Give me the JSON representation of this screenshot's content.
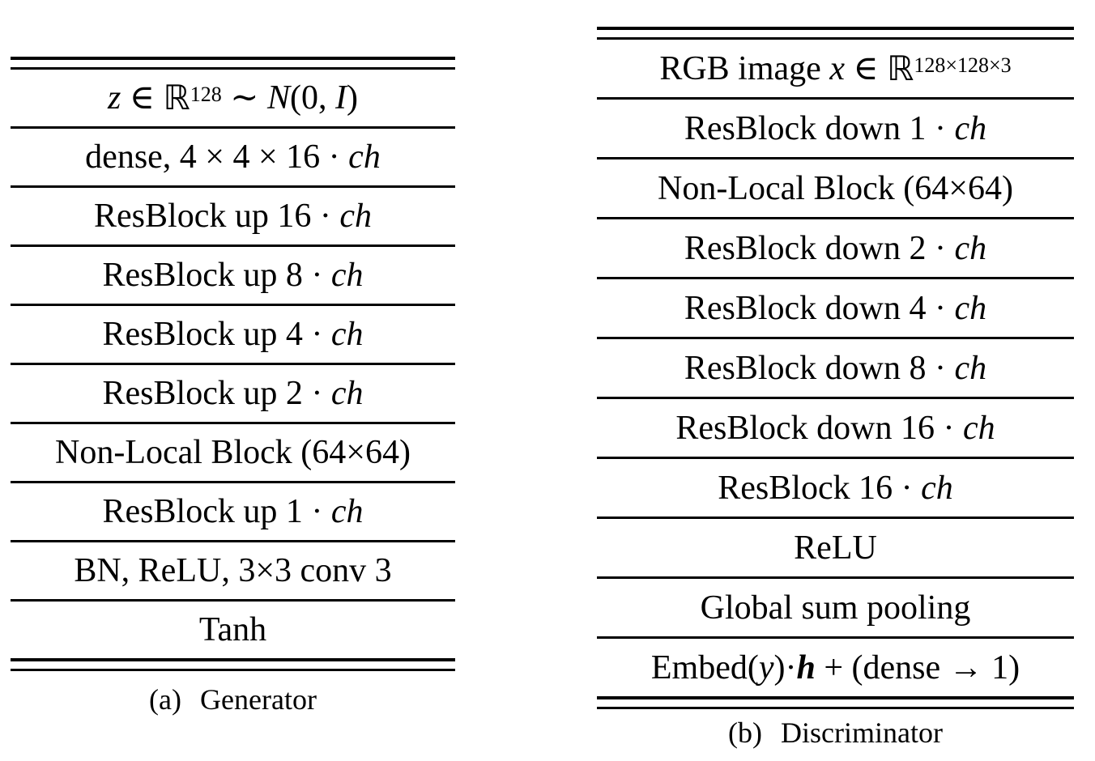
{
  "page": {
    "background": "#ffffff",
    "text_color": "#000000",
    "rule_color": "#000000"
  },
  "tables": [
    {
      "name": "generator",
      "caption_tag": "(a)",
      "caption_text": "Generator",
      "rows": [
        {
          "segments": [
            {
              "t": "z",
              "s": "i"
            },
            {
              "t": " ∈ ",
              "s": "r"
            },
            {
              "t": "ℝ",
              "s": "bb"
            },
            {
              "t": "128",
              "s": "sup"
            },
            {
              "t": " ∼ ",
              "s": "r"
            },
            {
              "t": "N",
              "s": "cal"
            },
            {
              "t": "(0, ",
              "s": "r"
            },
            {
              "t": "I",
              "s": "i"
            },
            {
              "t": ")",
              "s": "r"
            }
          ]
        },
        {
          "segments": [
            {
              "t": "dense, 4 × 4 × 16 · ",
              "s": "r"
            },
            {
              "t": "ch",
              "s": "i"
            }
          ]
        },
        {
          "segments": [
            {
              "t": "ResBlock up 16 · ",
              "s": "r"
            },
            {
              "t": "ch",
              "s": "i"
            }
          ]
        },
        {
          "segments": [
            {
              "t": "ResBlock up 8 · ",
              "s": "r"
            },
            {
              "t": "ch",
              "s": "i"
            }
          ]
        },
        {
          "segments": [
            {
              "t": "ResBlock up 4 · ",
              "s": "r"
            },
            {
              "t": "ch",
              "s": "i"
            }
          ]
        },
        {
          "segments": [
            {
              "t": "ResBlock up 2 · ",
              "s": "r"
            },
            {
              "t": "ch",
              "s": "i"
            }
          ]
        },
        {
          "segments": [
            {
              "t": "Non-Local Block (64×64)",
              "s": "r"
            }
          ]
        },
        {
          "segments": [
            {
              "t": "ResBlock up 1 · ",
              "s": "r"
            },
            {
              "t": "ch",
              "s": "i"
            }
          ]
        },
        {
          "segments": [
            {
              "t": "BN, ReLU, 3×3 conv 3",
              "s": "r"
            }
          ]
        },
        {
          "segments": [
            {
              "t": "Tanh",
              "s": "r"
            }
          ]
        }
      ]
    },
    {
      "name": "discriminator",
      "caption_tag": "(b)",
      "caption_text": "Discriminator",
      "rows": [
        {
          "segments": [
            {
              "t": "RGB image ",
              "s": "r"
            },
            {
              "t": "x",
              "s": "i"
            },
            {
              "t": " ∈ ",
              "s": "r"
            },
            {
              "t": "ℝ",
              "s": "bb"
            },
            {
              "t": "128×128×3",
              "s": "sup"
            }
          ]
        },
        {
          "segments": [
            {
              "t": "ResBlock down 1 · ",
              "s": "r"
            },
            {
              "t": "ch",
              "s": "i"
            }
          ]
        },
        {
          "segments": [
            {
              "t": "Non-Local Block (64×64)",
              "s": "r"
            }
          ]
        },
        {
          "segments": [
            {
              "t": "ResBlock down 2 · ",
              "s": "r"
            },
            {
              "t": "ch",
              "s": "i"
            }
          ]
        },
        {
          "segments": [
            {
              "t": "ResBlock down 4 · ",
              "s": "r"
            },
            {
              "t": "ch",
              "s": "i"
            }
          ]
        },
        {
          "segments": [
            {
              "t": "ResBlock down 8 · ",
              "s": "r"
            },
            {
              "t": "ch",
              "s": "i"
            }
          ]
        },
        {
          "segments": [
            {
              "t": "ResBlock down 16 · ",
              "s": "r"
            },
            {
              "t": "ch",
              "s": "i"
            }
          ]
        },
        {
          "segments": [
            {
              "t": "ResBlock 16 · ",
              "s": "r"
            },
            {
              "t": "ch",
              "s": "i"
            }
          ]
        },
        {
          "segments": [
            {
              "t": "ReLU",
              "s": "r"
            }
          ]
        },
        {
          "segments": [
            {
              "t": "Global sum pooling",
              "s": "r"
            }
          ]
        },
        {
          "segments": [
            {
              "t": "Embed(",
              "s": "r"
            },
            {
              "t": "y",
              "s": "i"
            },
            {
              "t": ")·",
              "s": "r"
            },
            {
              "t": "h",
              "s": "bi"
            },
            {
              "t": " + (dense → 1)",
              "s": "r"
            }
          ]
        }
      ]
    }
  ]
}
